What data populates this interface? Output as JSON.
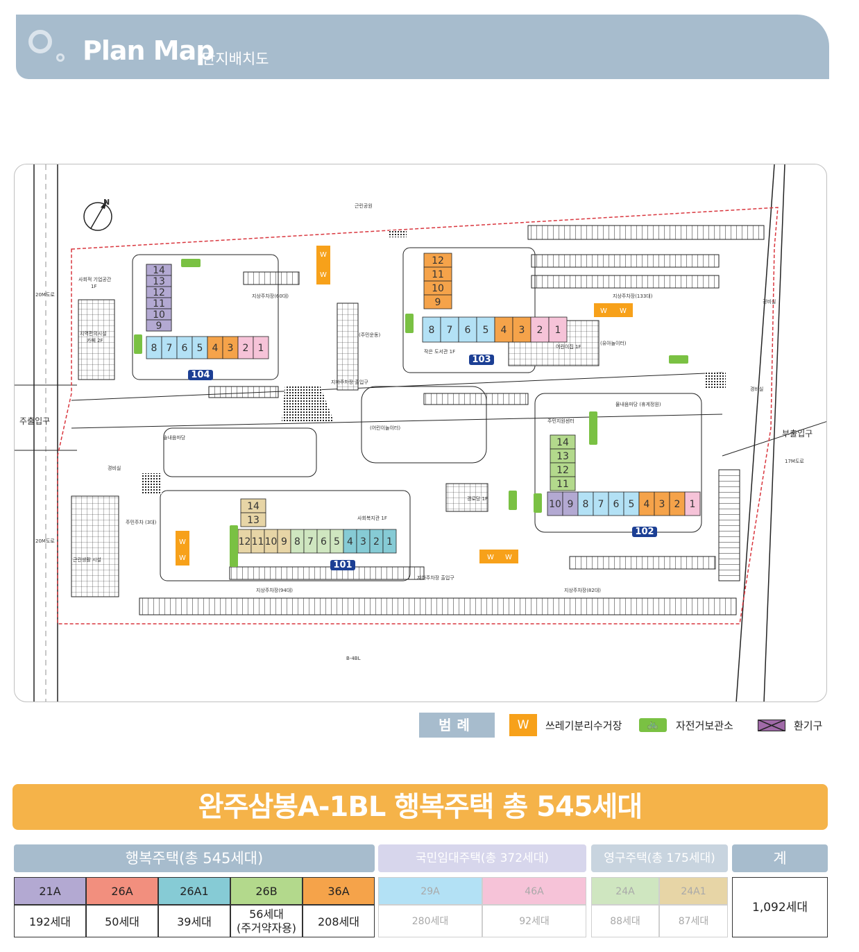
{
  "header": {
    "title": "Plan Map",
    "subtitle": "단지배치도"
  },
  "map": {
    "labels": {
      "park": "근린공원",
      "road_20m_top": "20M도로",
      "road_20m_bottom": "20M도로",
      "road_17m": "17M도로",
      "main_entrance": "주출입구",
      "sub_entrance": "부출입구",
      "lot_bottom": "B-4BL",
      "social_startup": "사회적 기업공간",
      "social_startup_floor": "1F",
      "community_facility": "지역편의시설",
      "community_cafe": "카페 2F",
      "neighborhood_facility": "근린생활 시설",
      "parking_60": "지상주차장(60대)",
      "parking_133": "지상주차장(133대)",
      "parking_94": "지상주차장(94대)",
      "parking_82": "지상주차장(82대)",
      "underground_entry": "지하주차장 출입구",
      "resident_sports": "(주민운동)",
      "playground": "(어린이놀이터)",
      "toddler_play": "(유아놀이터)",
      "daycare": "어린이집 1F",
      "library": "작은 도서관 1F",
      "village_yard": "솔내음마당",
      "village_yard_rest": "물내음마당 (휴게정원)",
      "residents_center": "주민지원센터",
      "social_welfare": "사회복지관 1F",
      "senior_center": "경로당 1F",
      "guard_room": "경비실",
      "guard_room2": "경비실",
      "guard_room3": "경비실",
      "resident_parking": "주민주차 (3대)",
      "underground_entry2": "지하주차장 출입구"
    },
    "buildings": [
      {
        "id": "104",
        "units_row": [
          "8",
          "7",
          "6",
          "5",
          "4",
          "3",
          "2",
          "1"
        ],
        "units_col": [
          "14",
          "13",
          "12",
          "11",
          "10",
          "9"
        ]
      },
      {
        "id": "103",
        "units_row": [
          "8",
          "7",
          "6",
          "5",
          "4",
          "3",
          "2",
          "1"
        ],
        "units_col": [
          "12",
          "11",
          "10",
          "9"
        ]
      },
      {
        "id": "102",
        "units_row": [
          "10",
          "9",
          "8",
          "7",
          "6",
          "5",
          "4",
          "3",
          "2",
          "1"
        ],
        "units_col": [
          "14",
          "13",
          "12",
          "11"
        ]
      },
      {
        "id": "101",
        "units_row": [
          "12",
          "11",
          "10",
          "9",
          "8",
          "7",
          "6",
          "5",
          "4",
          "3",
          "2",
          "1"
        ],
        "units_col": [
          "14",
          "13"
        ]
      }
    ],
    "waste_mark": "W",
    "compass": "N"
  },
  "legend": {
    "title": "범례",
    "waste_symbol": "W",
    "waste_label": "쓰레기분리수거장",
    "bike_symbol": "🚲",
    "bike_label": "자전거보관소",
    "vent_label": "환기구"
  },
  "banner": "완주삼봉A-1BL 행복주택 총 545세대",
  "table": {
    "groups": [
      {
        "label": "행복주택(총 545세대)",
        "color": "#a7bccd"
      },
      {
        "label": "국민임대주택(총 372세대)",
        "color": "#d7d6ec"
      },
      {
        "label": "영구주택(총 175세대)",
        "color": "#c8d4df"
      },
      {
        "label": "계",
        "color": "#a7bccd"
      }
    ],
    "types": [
      {
        "type": "21A",
        "count": "192세대",
        "color": "#b3a9d2"
      },
      {
        "type": "26A",
        "count": "50세대",
        "color": "#f28f7e"
      },
      {
        "type": "26A1",
        "count": "39세대",
        "color": "#86cbd5"
      },
      {
        "type": "26B",
        "count": "56세대",
        "count2": "(주거약자용)",
        "color": "#b3d98c"
      },
      {
        "type": "36A",
        "count": "208세대",
        "color": "#f5a34a"
      },
      {
        "type": "29A",
        "count": "280세대",
        "color": "#b3e1f5"
      },
      {
        "type": "46A",
        "count": "92세대",
        "color": "#f6c3d8"
      },
      {
        "type": "24A",
        "count": "88세대",
        "color": "#cfe6c0"
      },
      {
        "type": "24A1",
        "count": "87세대",
        "color": "#e7d5a6"
      }
    ],
    "total": "1,092세대"
  }
}
